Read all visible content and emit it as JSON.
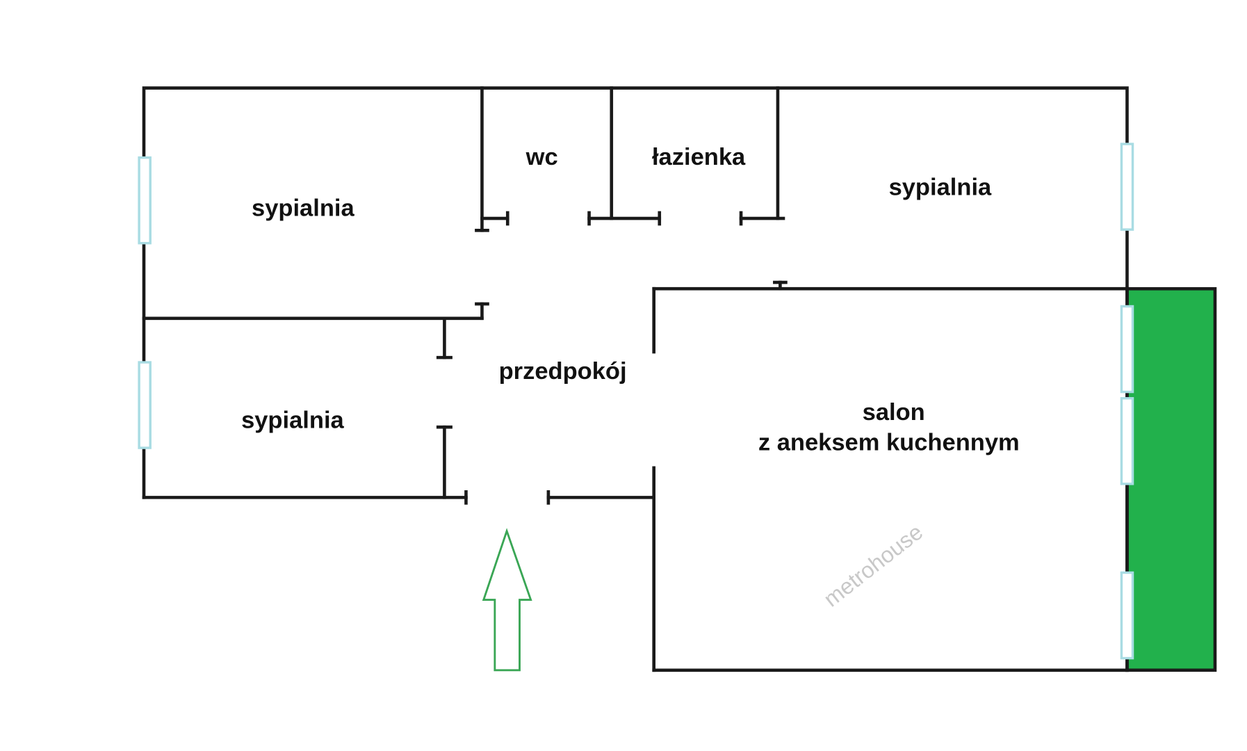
{
  "rooms": {
    "bedroom_top_left": "sypialnia",
    "wc": "wc",
    "bathroom": "łazienka",
    "bedroom_top_right": "sypialnia",
    "hallway": "przedpokój",
    "bedroom_bottom_left": "sypialnia",
    "living_line1": "salon",
    "living_line2": "z aneksem kuchennym"
  },
  "watermark": "metrohouse",
  "colors": {
    "balcony": "#22b14c",
    "entrance_arrow": "#3aa655",
    "window": "#a9dce3",
    "wall": "#1a1a1a"
  }
}
